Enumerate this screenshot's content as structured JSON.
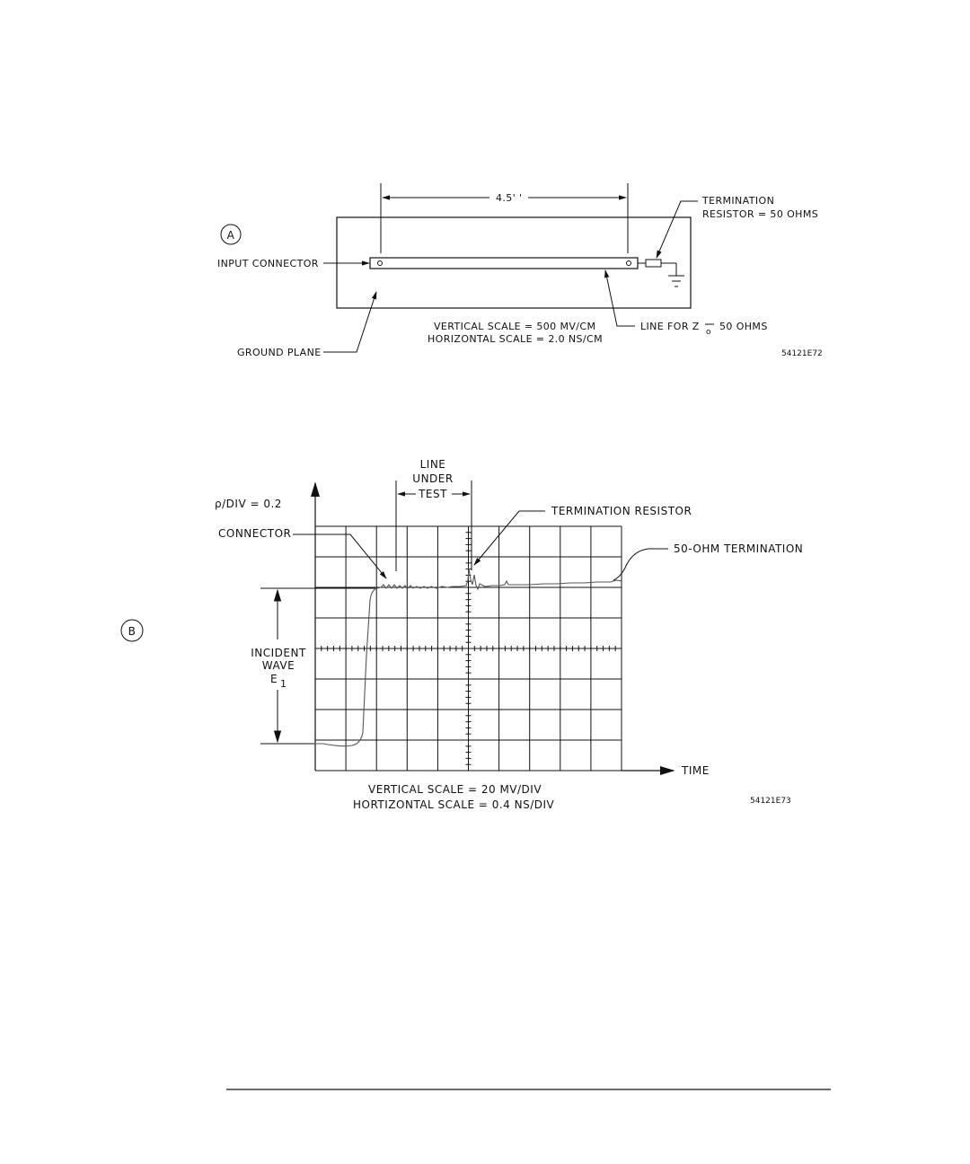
{
  "panel_a": {
    "marker": "A",
    "dimension_label": "4.5' '",
    "termination_label_line1": "TERMINATION",
    "termination_label_line2": "RESISTOR = 50 OHMS",
    "input_connector_label": "INPUT CONNECTOR",
    "line_label": "LINE FOR Z",
    "line_label_subscript": "o",
    "line_label_suffix": "50 OHMS",
    "vertical_scale": "VERTICAL SCALE = 500 MV/CM",
    "horizontal_scale": "HORIZONTAL SCALE = 2.0 NS/CM",
    "ground_plane_label": "GROUND PLANE",
    "figure_code": "54121E72"
  },
  "panel_b": {
    "marker": "B",
    "rho_label": "ρ/DIV = 0.2",
    "line_under_test_1": "LINE",
    "line_under_test_2": "UNDER",
    "line_under_test_3": "TEST",
    "termination_resistor_label": "TERMINATION RESISTOR",
    "connector_label": "CONNECTOR",
    "fifty_ohm_label": "50-OHM TERMINATION",
    "incident_1": "INCIDENT",
    "incident_2": "WAVE",
    "incident_3": "E",
    "incident_sub": "1",
    "time_label": "TIME",
    "vertical_scale": "VERTICAL SCALE = 20 MV/DIV",
    "horizontal_scale": "HORTIZONTAL SCALE = 0.4 NS/DIV",
    "figure_code": "54121E73"
  }
}
